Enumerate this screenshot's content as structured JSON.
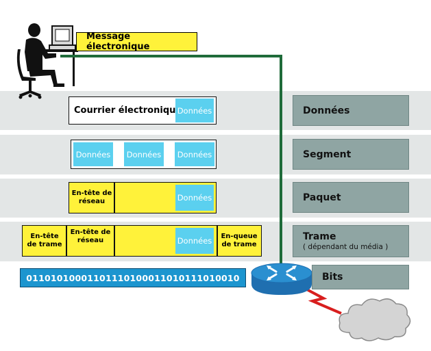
{
  "message_label": "Message électronique",
  "rows": {
    "data": {
      "courrier": "Courrier électronique",
      "donnees": "Données"
    },
    "segment": {
      "d1": "Données",
      "d2": "Données",
      "d3": "Données"
    },
    "packet": {
      "header": "En-tête de réseau",
      "donnees": "Données"
    },
    "frame": {
      "frame_header": "En-tête de trame",
      "network_header": "En-tête de réseau",
      "donnees": "Données",
      "trailer": "En-queue de trame"
    }
  },
  "bits_string": "01101010001101110100011010111010010",
  "layers": {
    "data": "Données",
    "segment": "Segment",
    "packet": "Paquet",
    "frame": "Trame",
    "frame_sub": "( dépendant du média )",
    "bits": "Bits"
  },
  "colors": {
    "yellow": "#fff23a",
    "data_blue": "#5bd0ef",
    "bits_blue": "#1c95cf",
    "layer_gray": "#8fa5a3",
    "band_gray": "#e3e6e6",
    "green_line": "#1f6b3a",
    "router_blue": "#2a8fd0",
    "red_link": "#d81e1e"
  },
  "icons": [
    "user-at-computer-icon",
    "router-icon",
    "cloud-icon"
  ]
}
